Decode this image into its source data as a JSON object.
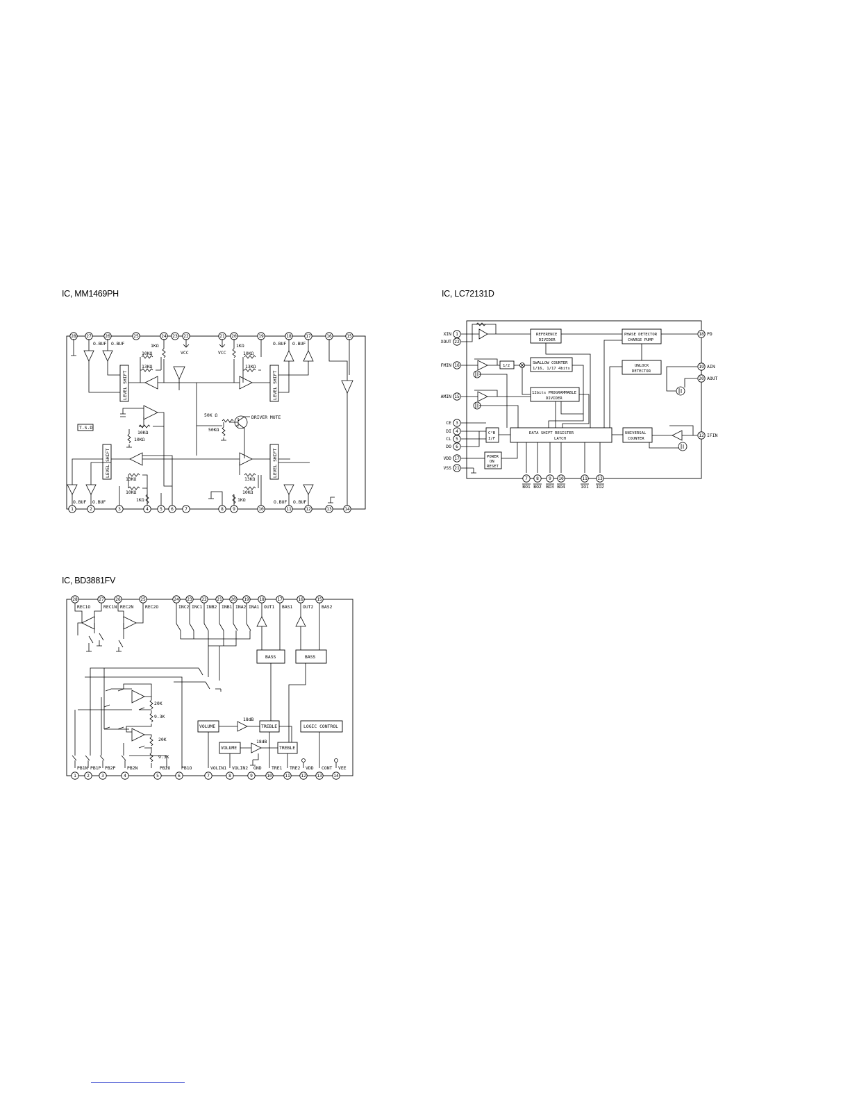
{
  "page": {
    "footer_rule_color": "#3b4bd0"
  },
  "diagram1": {
    "title": "IC, MM1469PH",
    "top_pins": [
      "28",
      "27",
      "26",
      "25",
      "24",
      "23",
      "22",
      "21",
      "20",
      "19",
      "18",
      "17",
      "16",
      "15"
    ],
    "bottom_pins": [
      "1",
      "2",
      "3",
      "4",
      "5",
      "6",
      "7",
      "8",
      "9",
      "10",
      "11",
      "12",
      "13",
      "14"
    ],
    "labels": {
      "obuf_a": "O.BUF",
      "obuf_b": "O.BUF",
      "obuf_c": "O.BUF",
      "obuf_d": "O.BUF",
      "obuf_e": "O.BUF",
      "obuf_f": "O.BUF",
      "obuf_g": "O.BUF",
      "obuf_h": "O.BUF",
      "r1k_a": "1KΩ",
      "r10k_a": "10KΩ",
      "r13k_a": "13KΩ",
      "vcc_a": "VCC",
      "vcc_b": "VCC",
      "r1k_b": "1KΩ",
      "r10k_b": "10KΩ",
      "r13k_b": "13KΩ",
      "level_shift": "LEVEL SHIFT",
      "ts": "T.S.D",
      "r10k_c": "10KΩ",
      "r10k_d": "10KΩ",
      "r50k_a": "50K Ω",
      "r50k_b": "50KΩ",
      "driver_mute": "DRIVER MUTE",
      "r13k_c": "13KΩ",
      "r10k_e": "10KΩ",
      "r1k_c": "1KΩ",
      "r13k_d": "13KΩ",
      "r10k_f": "10KΩ",
      "r1k_d": "1KΩ"
    }
  },
  "diagram2": {
    "title": "IC, LC72131D",
    "blocks": {
      "ref_div": [
        "REFERENCE",
        "DIVIDER"
      ],
      "phase_det": [
        "PHASE DETECTOR",
        "CHARGE PUMP"
      ],
      "swallow": [
        "SWALLOW COUNTER",
        "1/16, 1/17 4bits"
      ],
      "unlock": [
        "UNLOCK",
        "DETECTOR"
      ],
      "prog_div": [
        "12bits PROGRAMMABLE",
        "DIVIDER"
      ],
      "half": "1/2",
      "c2b": [
        "C²B",
        "I/F"
      ],
      "shift_reg": [
        "DATA SHIFT REGISTER",
        "LATCH"
      ],
      "universal": [
        "UNIVERSAL",
        "COUNTER"
      ],
      "power_on": [
        "POWER",
        "ON",
        "RESET"
      ]
    },
    "left_pins": [
      {
        "label": "XIN",
        "num": "1"
      },
      {
        "label": "XOUT",
        "num": "22"
      },
      {
        "label": "FMIN",
        "num": "16"
      },
      {
        "label": "AMIN",
        "num": "15"
      },
      {
        "label": "CE",
        "num": "3"
      },
      {
        "label": "DI",
        "num": "4"
      },
      {
        "label": "CL",
        "num": "5"
      },
      {
        "label": "DO",
        "num": "6"
      },
      {
        "label": "VDD",
        "num": "17"
      },
      {
        "label": "VSS",
        "num": "21"
      }
    ],
    "right_pins": [
      {
        "label": "PD",
        "num": "18"
      },
      {
        "label": "AIN",
        "num": "19"
      },
      {
        "label": "AOUT",
        "num": "20"
      },
      {
        "label": "IFIN",
        "num": "12"
      }
    ],
    "bottom_pins": [
      {
        "label": "BO1",
        "num": "7"
      },
      {
        "label": "BO2",
        "num": "8"
      },
      {
        "label": "BO3",
        "num": "9"
      },
      {
        "label": "BO4",
        "num": "10"
      },
      {
        "label": "IO1",
        "num": "11"
      },
      {
        "label": "IO2",
        "num": "13"
      }
    ]
  },
  "diagram3": {
    "title": "IC, BD3881FV",
    "top_pins": [
      {
        "num": "28",
        "label": "REC1O"
      },
      {
        "num": "27",
        "label": "REC1N"
      },
      {
        "num": "26",
        "label": "REC2N"
      },
      {
        "num": "25",
        "label": "REC2O"
      },
      {
        "num": "24",
        "label": "INC2"
      },
      {
        "num": "23",
        "label": "INC1"
      },
      {
        "num": "22",
        "label": "INB2"
      },
      {
        "num": "21",
        "label": "INB1"
      },
      {
        "num": "20",
        "label": "INA2"
      },
      {
        "num": "19",
        "label": "INA1"
      },
      {
        "num": "18",
        "label": "OUT1"
      },
      {
        "num": "17",
        "label": "BAS1"
      },
      {
        "num": "16",
        "label": "OUT2"
      },
      {
        "num": "15",
        "label": "BAS2"
      }
    ],
    "bottom_pins": [
      {
        "num": "1",
        "label": "PB1N"
      },
      {
        "num": "2",
        "label": "PB1P"
      },
      {
        "num": "3",
        "label": "PB2P"
      },
      {
        "num": "4",
        "label": "PB2N"
      },
      {
        "num": "5",
        "label": "PB2O"
      },
      {
        "num": "6",
        "label": "PB1O"
      },
      {
        "num": "7",
        "label": "VOLIN1"
      },
      {
        "num": "8",
        "label": "VOLIN2"
      },
      {
        "num": "9",
        "label": "GND"
      },
      {
        "num": "10",
        "label": "TRE1"
      },
      {
        "num": "11",
        "label": "TRE2"
      },
      {
        "num": "12",
        "label": "VDD"
      },
      {
        "num": "13",
        "label": "CONT"
      },
      {
        "num": "14",
        "label": "VEE"
      }
    ],
    "blocks": {
      "bass1": "BASS",
      "bass2": "BASS",
      "volume1": "VOLUME",
      "volume2": "VOLUME",
      "treble1": "TREBLE",
      "treble2": "TREBLE",
      "gain1": "18dB",
      "gain2": "18dB",
      "logic": "LOGIC CONTROL",
      "r20k_a": "20K",
      "r93k_a": "9.3K",
      "r20k_b": "20K",
      "r93k_b": "9.3K"
    }
  }
}
